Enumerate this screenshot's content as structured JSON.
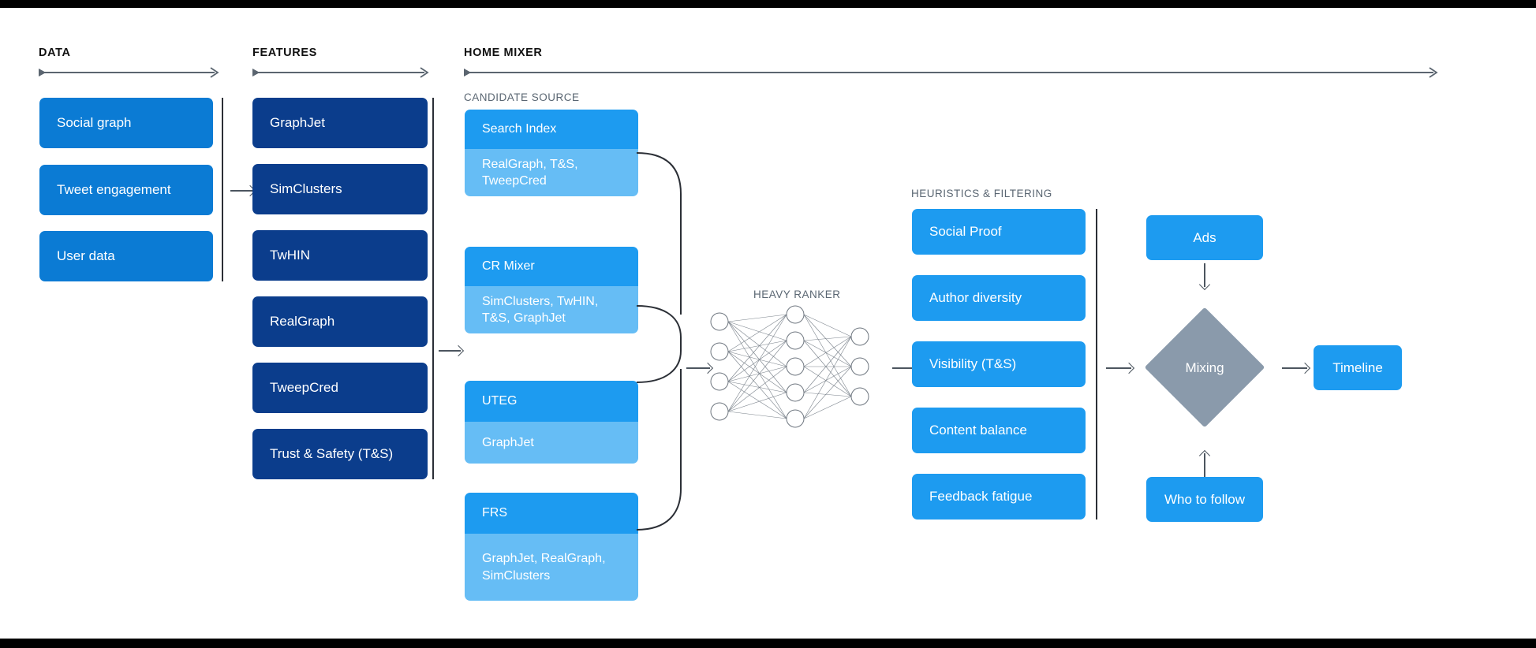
{
  "stages": [
    {
      "key": "data",
      "label": "DATA"
    },
    {
      "key": "features",
      "label": "FEATURES"
    },
    {
      "key": "home_mixer",
      "label": "HOME MIXER"
    }
  ],
  "section_labels": {
    "candidate_source": "CANDIDATE SOURCE",
    "heavy_ranker": "HEAVY RANKER",
    "heuristics": "HEURISTICS & FILTERING"
  },
  "data_boxes": [
    {
      "label": "Social graph"
    },
    {
      "label": "Tweet engagement"
    },
    {
      "label": "User data"
    }
  ],
  "feature_boxes": [
    {
      "label": "GraphJet"
    },
    {
      "label": "SimClusters"
    },
    {
      "label": "TwHIN"
    },
    {
      "label": "RealGraph"
    },
    {
      "label": "TweepCred"
    },
    {
      "label": "Trust & Safety (T&S)"
    }
  ],
  "candidate_sources": [
    {
      "title": "Search Index",
      "detail": "RealGraph, T&S, TweepCred"
    },
    {
      "title": "CR Mixer",
      "detail": "SimClusters, TwHIN, T&S, GraphJet"
    },
    {
      "title": "UTEG",
      "detail": "GraphJet"
    },
    {
      "title": "FRS",
      "detail": "GraphJet, RealGraph, SimClusters"
    }
  ],
  "heuristics": [
    {
      "label": "Social Proof"
    },
    {
      "label": "Author diversity"
    },
    {
      "label": "Visibility (T&S)"
    },
    {
      "label": "Content balance"
    },
    {
      "label": "Feedback fatigue"
    }
  ],
  "mixing": {
    "label": "Mixing",
    "ads_label": "Ads",
    "who_to_follow_label": "Who to follow",
    "timeline_label": "Timeline"
  },
  "network": {
    "input_nodes": 4,
    "hidden_nodes": 5,
    "output_nodes": 3
  },
  "colors": {
    "dark_blue": "#0b3d8c",
    "mid_blue": "#0b7bd4",
    "light_blue": "#1d9bf0",
    "pale_blue": "#66bdf5",
    "gray_diamond": "#8a9aab",
    "line": "#4c555f"
  }
}
